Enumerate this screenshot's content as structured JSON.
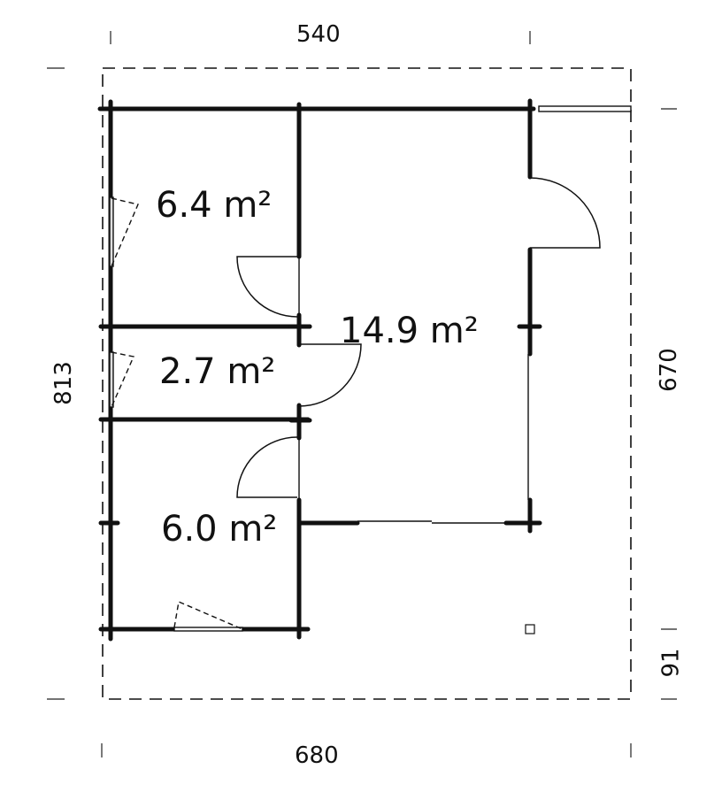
{
  "dimensions": {
    "top_width": "540",
    "bottom_width": "680",
    "left_height": "813",
    "right_height_main": "670",
    "right_height_canopy": "91"
  },
  "rooms": [
    {
      "id": "room-top-left",
      "area": "6.4 m²"
    },
    {
      "id": "room-middle-left",
      "area": "2.7 m²"
    },
    {
      "id": "room-bottom-left",
      "area": "6.0 m²"
    },
    {
      "id": "room-main",
      "area": "14.9 m²"
    }
  ],
  "colors": {
    "wall": "#111111",
    "background": "#ffffff"
  }
}
